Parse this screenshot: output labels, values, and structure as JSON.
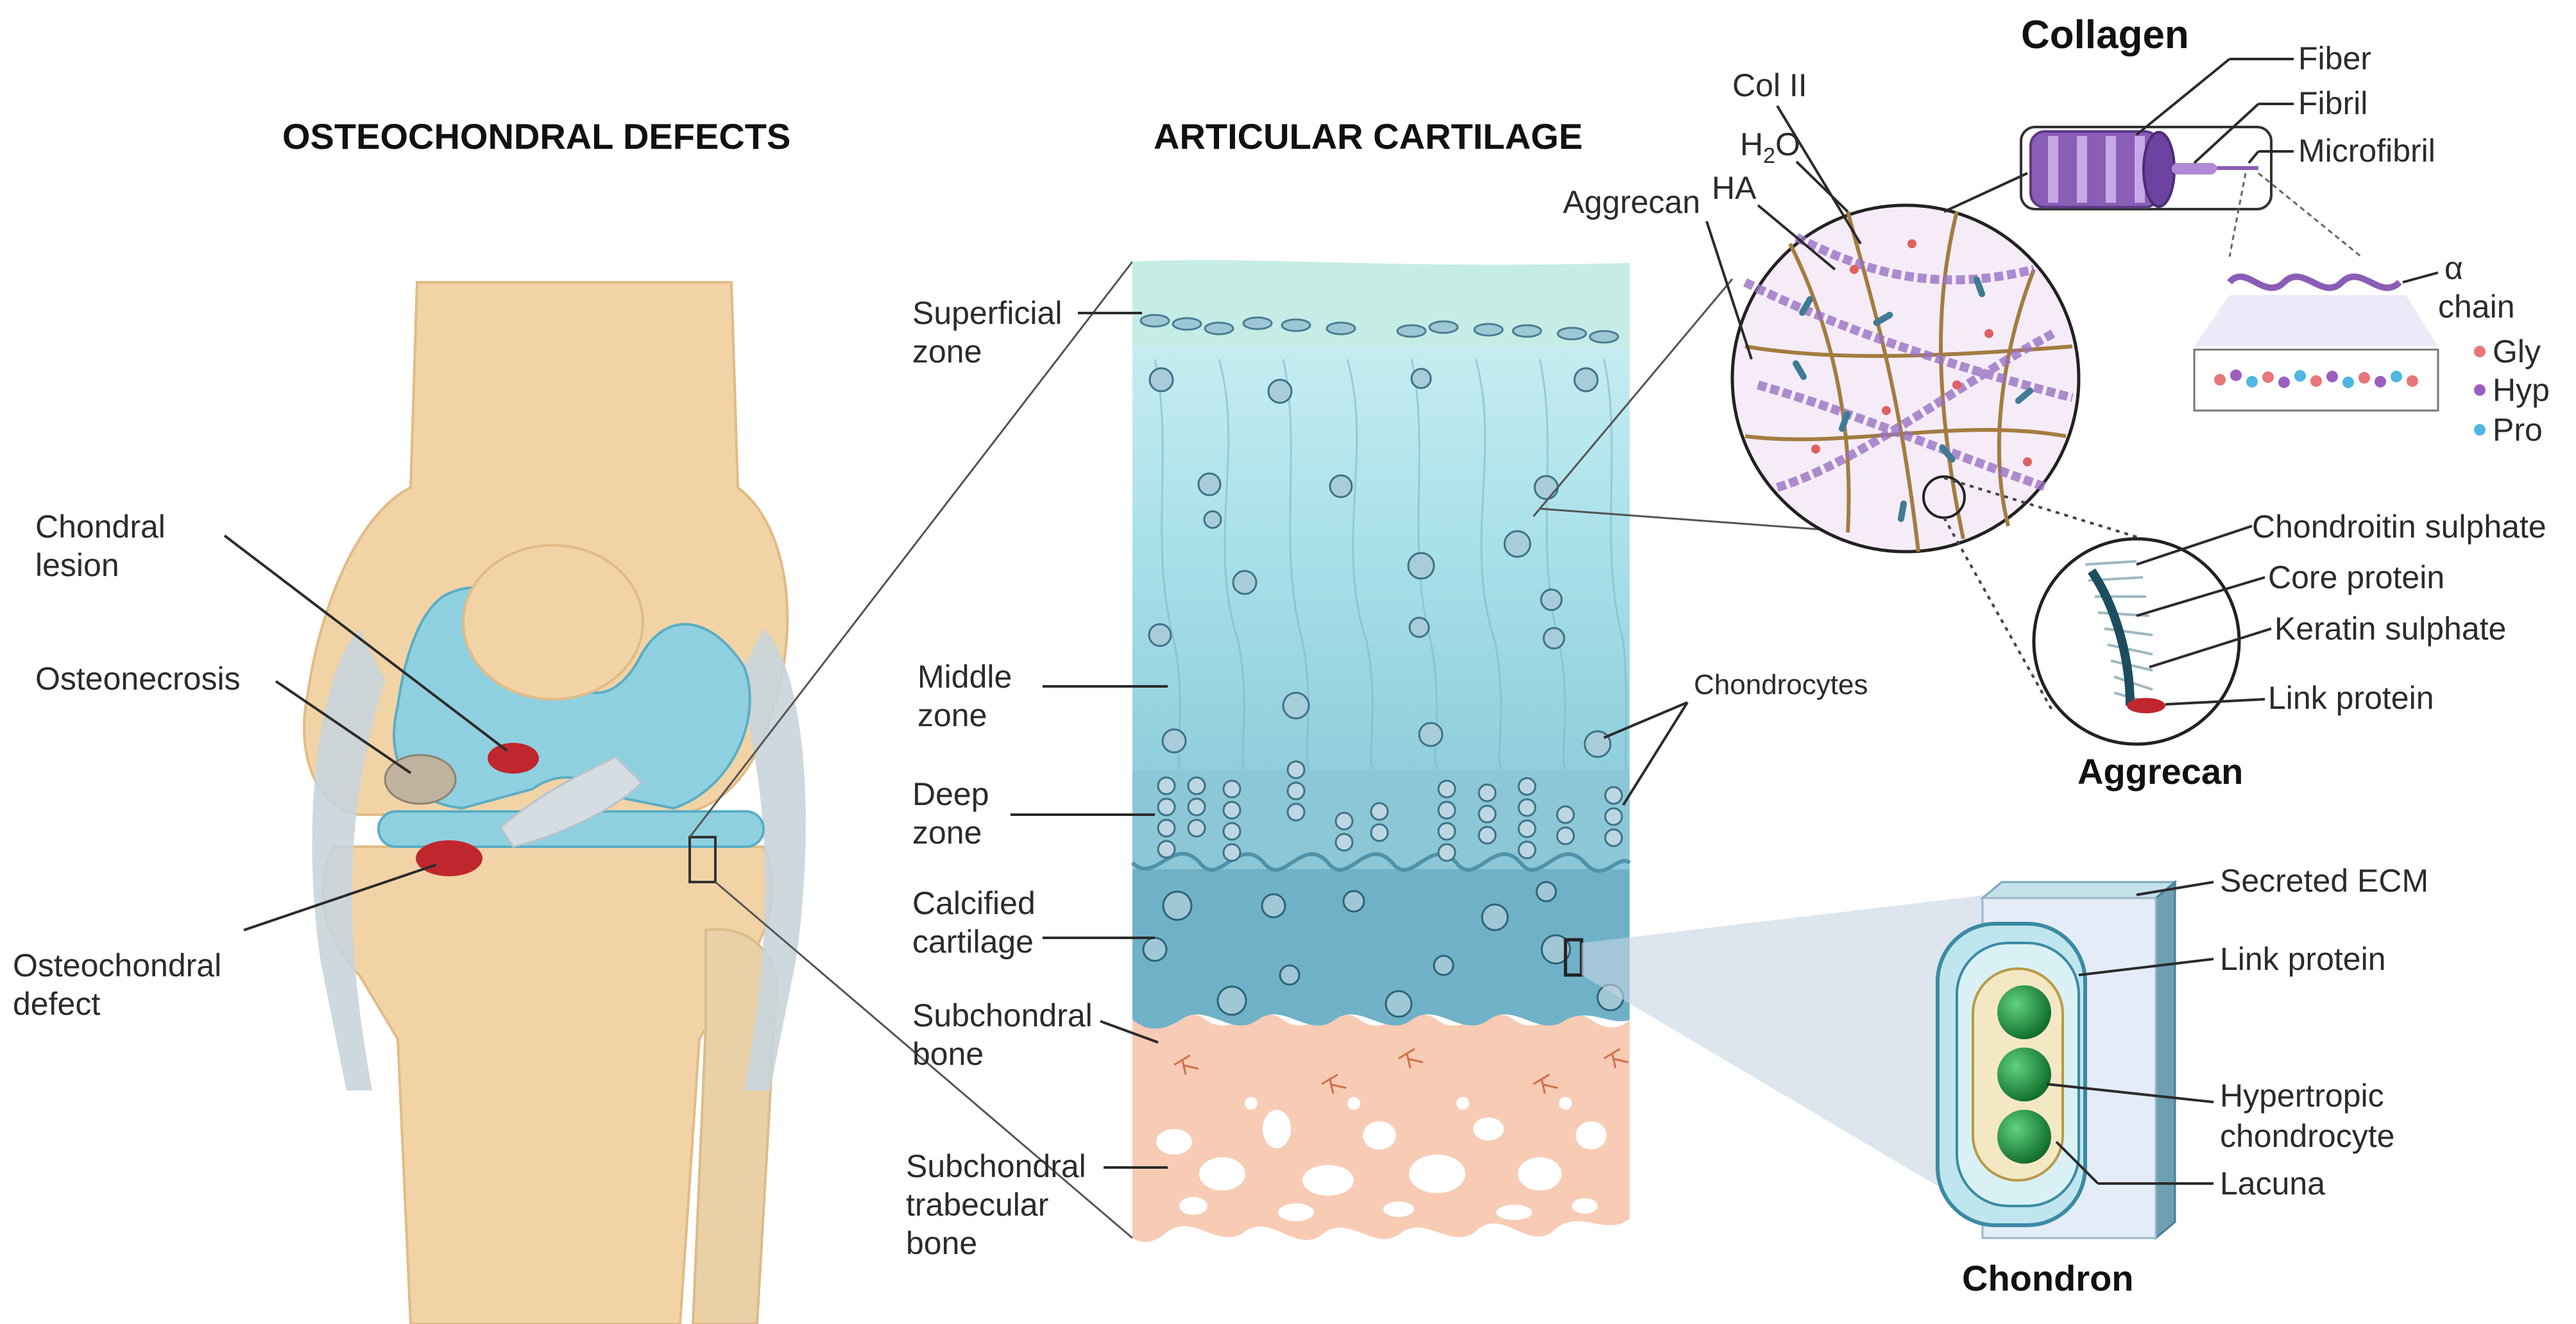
{
  "headings": {
    "osteochondral_defects": "OSTEOCHONDRAL DEFECTS",
    "articular_cartilage": "ARTICULAR CARTILAGE",
    "collagen": "Collagen",
    "aggrecan": "Aggrecan",
    "chondron": "Chondron"
  },
  "knee_labels": {
    "chondral_lesion_1": "Chondral",
    "chondral_lesion_2": "lesion",
    "osteonecrosis": "Osteonecrosis",
    "osteochondral_defect_1": "Osteochondral",
    "osteochondral_defect_2": "defect"
  },
  "zone_labels": {
    "superficial_1": "Superficial",
    "superficial_2": "zone",
    "middle_1": "Middle",
    "middle_2": "zone",
    "deep_1": "Deep",
    "deep_2": "zone",
    "calcified_1": "Calcified",
    "calcified_2": "cartilage",
    "subchondral_1": "Subchondral",
    "subchondral_2": "bone",
    "trabecular_1": "Subchondral",
    "trabecular_2": "trabecular",
    "trabecular_3": "bone",
    "chondrocytes": "Chondrocytes"
  },
  "matrix_labels": {
    "col_ii": "Col II",
    "h2o_h": "H",
    "h2o_2": "2",
    "h2o_o": "O",
    "ha": "HA",
    "aggrecan": "Aggrecan"
  },
  "collagen_labels": {
    "fiber": "Fiber",
    "fibril": "Fibril",
    "microfibril": "Microfibril",
    "alpha_1": "α",
    "alpha_2": "chain",
    "gly": "Gly",
    "hyp": "Hyp",
    "pro": "Pro"
  },
  "aggrecan_labels": {
    "chondroitin": "Chondroitin sulphate",
    "core": "Core protein",
    "keratin": "Keratin sulphate",
    "link": "Link protein"
  },
  "chondron_labels": {
    "ecm": "Secreted ECM",
    "link": "Link protein",
    "hyper_1": "Hypertropic",
    "hyper_2": "chondrocyte",
    "lacuna": "Lacuna"
  },
  "colors": {
    "bone": "#f1d3a6",
    "cartilage": "#8fd0e0",
    "lesion": "#c0262e",
    "subchondral": "#f8cbb4",
    "collagen_fiber": "#9b72c4",
    "chondrocyte": "#1f8a3c"
  }
}
